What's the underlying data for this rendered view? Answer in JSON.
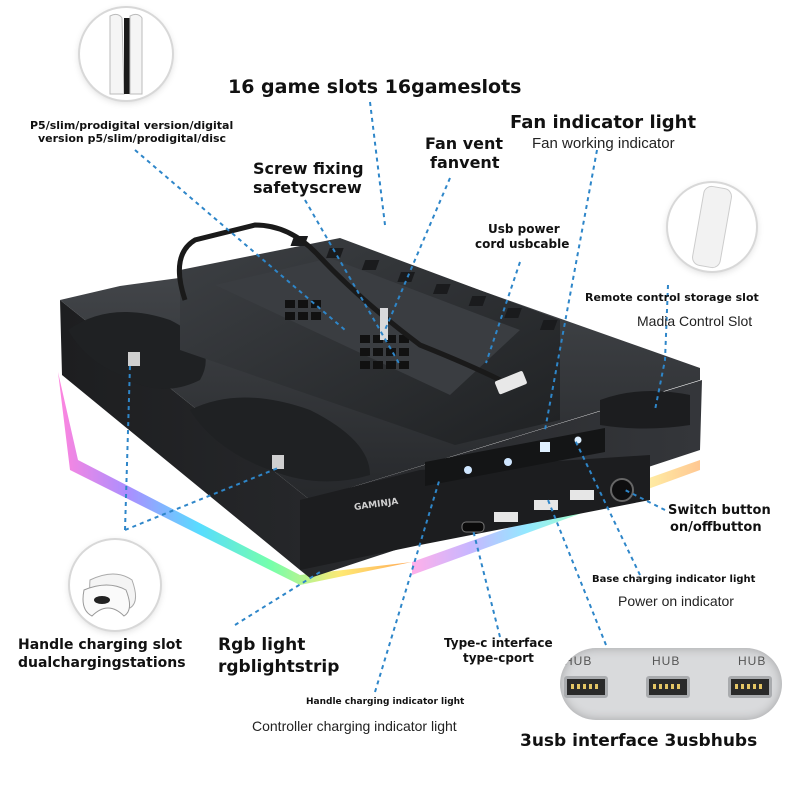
{
  "labels": {
    "game_slots": "16 game slots 16gameslots",
    "ps5_version_line1": "P5/slim/prodigital version/digital",
    "ps5_version_line2": "version p5/slim/prodigital/disc",
    "fan_indicator_title": "Fan indicator light",
    "fan_indicator_sub": "Fan working indicator",
    "fan_vent_line1": "Fan vent",
    "fan_vent_line2": "fanvent",
    "screw_line1": "Screw fixing",
    "screw_line2": "safetyscrew",
    "usb_power_line1": "Usb power",
    "usb_power_line2": "cord usbcable",
    "remote_title": "Remote control storage slot",
    "remote_sub": "Madia Control Slot",
    "switch_line1": "Switch button",
    "switch_line2": "on/offbutton",
    "base_charging_title": "Base charging indicator light",
    "base_charging_sub": "Power on indicator",
    "handle_slot_line1": "Handle charging slot",
    "handle_slot_line2": "dualchargingstations",
    "rgb_line1": "Rgb light",
    "rgb_line2": "rgblightstrip",
    "typec_line1": "Type-c interface",
    "typec_line2": "type-cport",
    "handle_indicator_title": "Handle charging indicator light",
    "handle_indicator_sub": "Controller charging indicator light",
    "usb_hubs": "3usb interface 3usbhubs"
  },
  "device": {
    "brand": "GAMINJA"
  },
  "hub_inset": {
    "labels": [
      "HUB",
      "HUB",
      "HUB"
    ]
  },
  "colors": {
    "leader_line": "#2e86c9",
    "device_body": "#2f3134",
    "rgb_strip_start": "#ff5fd1",
    "rgb_strip_end": "#ffd24a"
  }
}
